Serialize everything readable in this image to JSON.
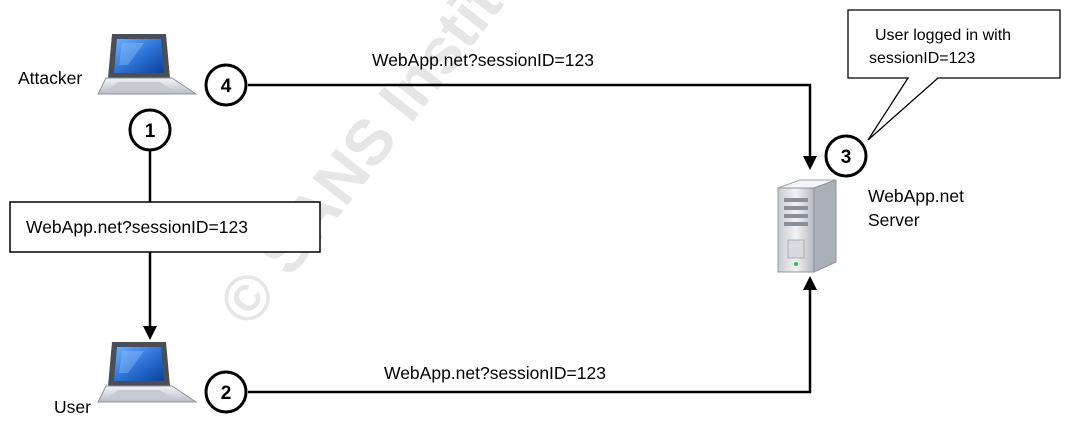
{
  "watermark": "© SANS Institute",
  "nodes": {
    "attacker": {
      "label": "Attacker"
    },
    "user": {
      "label": "User"
    },
    "server": {
      "label_line1": "WebApp.net",
      "label_line2": "Server"
    }
  },
  "steps": {
    "s1": "1",
    "s2": "2",
    "s3": "3",
    "s4": "4"
  },
  "edges": {
    "attacker_to_server": "WebApp.net?sessionID=123",
    "attacker_to_user_box": "WebApp.net?sessionID=123",
    "user_to_server": "WebApp.net?sessionID=123"
  },
  "callout": {
    "line1": "User logged in with",
    "line2": "sessionID=123"
  },
  "colors": {
    "line": "#000000",
    "laptop_screen": "#2f74d6",
    "laptop_body": "#d9dce2",
    "server_body": "#e3e6ea"
  }
}
